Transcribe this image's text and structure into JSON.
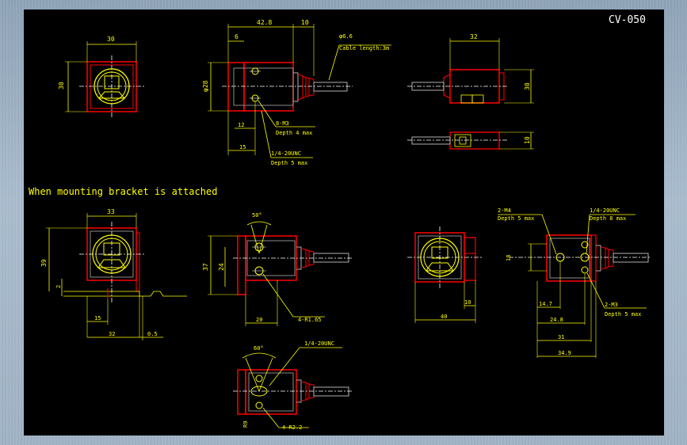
{
  "title_block": {
    "model": "CV-050"
  },
  "section_heading": "When mounting bracket is attached",
  "colors": {
    "background": "#000000",
    "outline": "#ff0000",
    "dimension": "#ffff00",
    "centerline": "#ffffff",
    "body": "#b0b0b0"
  },
  "front_view": {
    "width_dim": "30",
    "height_dim": "30"
  },
  "side_view": {
    "length_dim": "42.8",
    "cable_dim": "10",
    "offset_dim": "6",
    "diameter_dim": "φ28",
    "cable_note": "φ6.6",
    "cable_length": "Cable length:3m",
    "dim_12": "12",
    "dim_15": "15",
    "screw_a": "8-M3",
    "screw_a_depth": "Depth 4 max",
    "screw_b": "1/4-20UNC",
    "screw_b_depth": "Depth 5 max"
  },
  "top_view": {
    "width_dim": "32",
    "height_dim": "30"
  },
  "bottom_view": {
    "height_dim": "10"
  },
  "bracket_front": {
    "width_dim": "33",
    "height_dim": "39",
    "dim_2": "2",
    "dim_15": "15",
    "dim_32": "32",
    "dim_05": "0.5"
  },
  "bracket_side": {
    "angle": "50°",
    "dim_37": "37",
    "dim_24": "24",
    "dim_20": "20",
    "hole_note": "4-R1.65"
  },
  "bracket_bottom": {
    "angle": "60°",
    "screw_note": "1/4-20UNC",
    "radius_note": "R9",
    "hole_note": "4-R2.2"
  },
  "right_front": {
    "dim_40": "40",
    "dim_10": "10"
  },
  "right_side": {
    "screw_m4": "2-M4",
    "screw_m4_depth": "Depth 5 max",
    "screw_unc": "1/4-20UNC",
    "screw_unc_depth": "Depth 8 max",
    "dim_18": "18",
    "dim_147": "14.7",
    "screw_m3": "2-M3",
    "screw_m3_depth": "Depth 5 max",
    "dim_248": "24.8",
    "dim_31": "31",
    "dim_349": "34.9"
  }
}
